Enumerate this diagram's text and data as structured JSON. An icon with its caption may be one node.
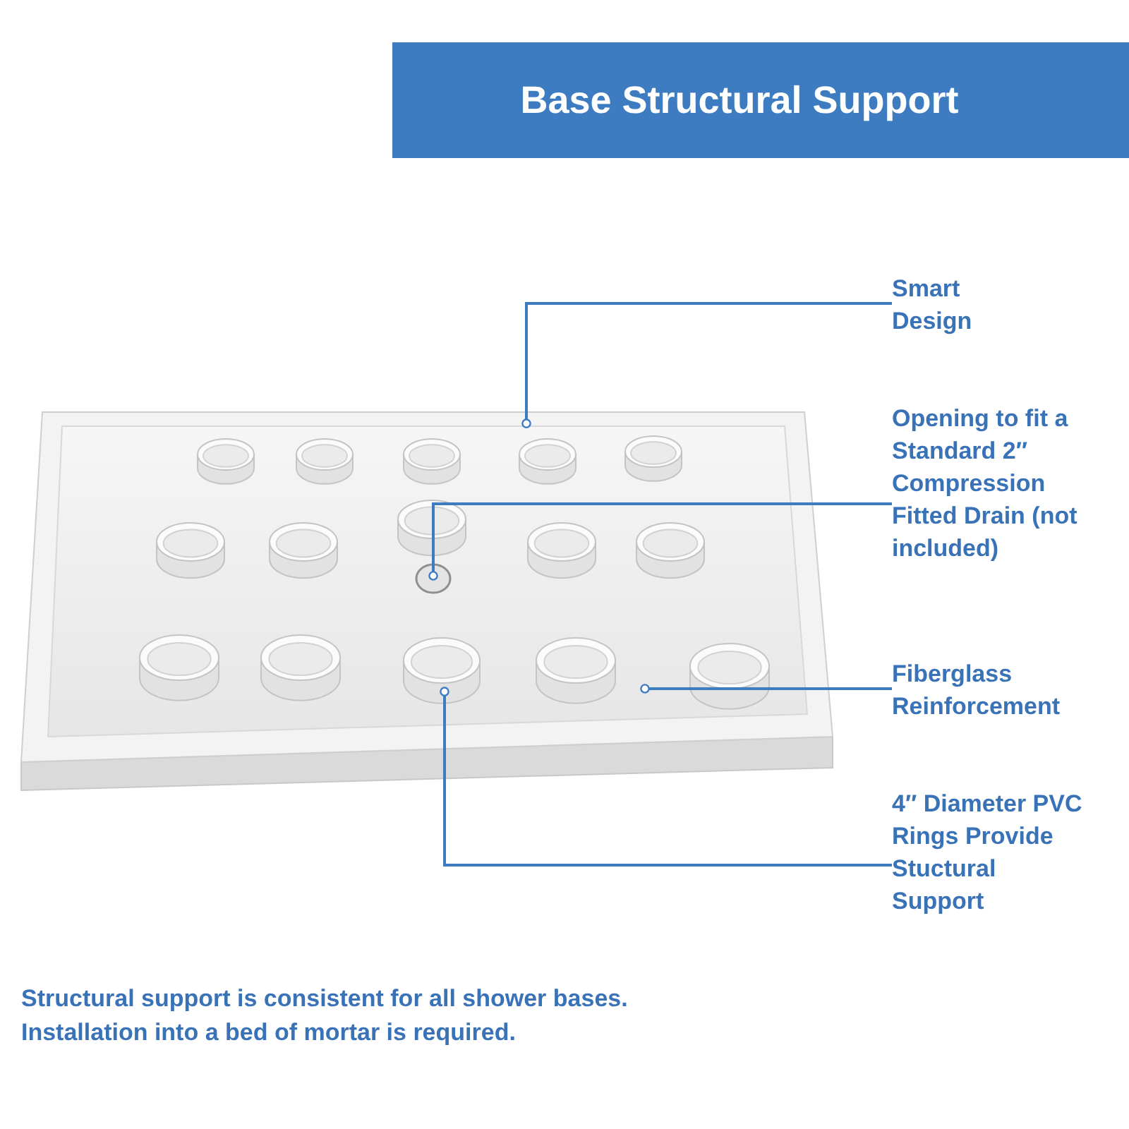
{
  "diagram": {
    "title": "Base Structural Support",
    "nodes": [
      {
        "text": [
          "Smart Design"
        ]
      },
      {
        "text": [
          "Opening to fit a Standard 2″ Compression Fitted Drain (not included)"
        ]
      },
      {
        "text": [
          "Fiberglass Reinforcement"
        ]
      },
      {
        "text": [
          "4″ Diameter PVC Rings Provide Stuctural Support"
        ]
      },
      {
        "text": [],
        "shape": "picture"
      },
      {
        "text": [],
        "shape": "circle",
        "in": 4
      },
      {
        "text": [],
        "shape": "circle",
        "in": 4
      }
    ],
    "edges": [
      {
        "from": 0,
        "to": 4,
        "arrow": "other"
      },
      {
        "from": 1,
        "to": 5,
        "arrow": "other"
      },
      {
        "from": 2,
        "to": 4,
        "arrow": "other"
      },
      {
        "from": 3,
        "to": 6,
        "arrow": "other"
      }
    ],
    "caption": "Structural support is consistent for all shower bases. Installation into a bed of mortar is required."
  }
}
